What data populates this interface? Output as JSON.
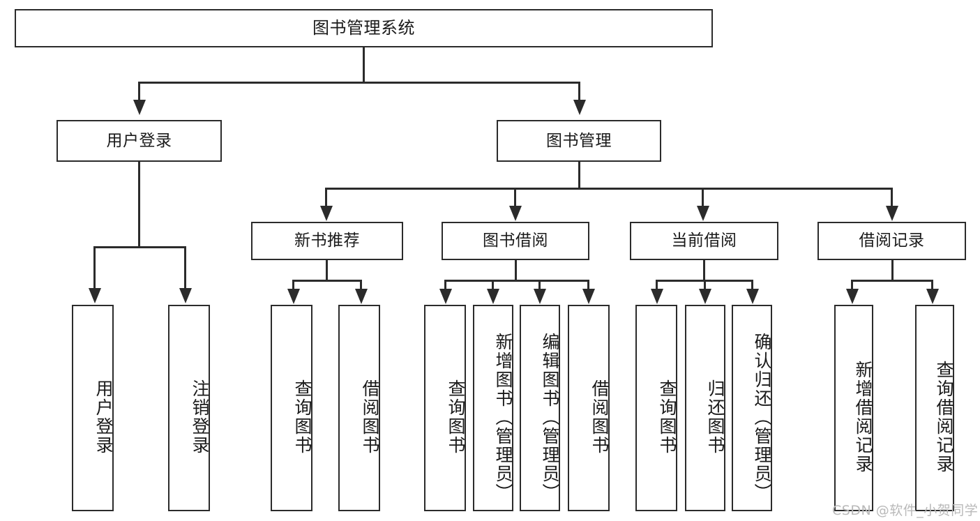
{
  "diagram": {
    "title": "图书管理系统",
    "type": "tree",
    "watermark": "CSDN @软件_小贺同学",
    "colors": {
      "stroke": "#2b2b2b",
      "background": "#ffffff",
      "text": "#1a1a1a",
      "watermark": "#b9b9b9"
    },
    "levels": {
      "root": {
        "label": "图书管理系统"
      },
      "level2": [
        {
          "label": "用户登录"
        },
        {
          "label": "图书管理"
        }
      ],
      "level3": [
        {
          "label": "新书推荐"
        },
        {
          "label": "图书借阅"
        },
        {
          "label": "当前借阅"
        },
        {
          "label": "借阅记录"
        }
      ],
      "leaves": {
        "user_login": [
          {
            "label": "用户登录"
          },
          {
            "label": "注销登录"
          }
        ],
        "new_book_recommend": [
          {
            "label": "查询图书"
          },
          {
            "label": "借阅图书"
          }
        ],
        "book_borrow": [
          {
            "label": "查询图书"
          },
          {
            "label": "新增图书（管理员）"
          },
          {
            "label": "编辑图书（管理员）"
          },
          {
            "label": "借阅图书"
          }
        ],
        "current_borrow": [
          {
            "label": "查询图书"
          },
          {
            "label": "归还图书"
          },
          {
            "label": "确认归还（管理员）"
          }
        ],
        "borrow_record": [
          {
            "label": "新增借阅记录"
          },
          {
            "label": "查询借阅记录"
          }
        ]
      }
    }
  },
  "chart_data": {
    "type": "table",
    "title": "图书管理系统",
    "nodes": [
      {
        "id": "root",
        "label": "图书管理系统",
        "level": 0,
        "parent": null
      },
      {
        "id": "user-login",
        "label": "用户登录",
        "level": 1,
        "parent": "root"
      },
      {
        "id": "book-manage",
        "label": "图书管理",
        "level": 1,
        "parent": "root"
      },
      {
        "id": "login-1",
        "label": "用户登录",
        "level": 2,
        "parent": "user-login"
      },
      {
        "id": "login-2",
        "label": "注销登录",
        "level": 2,
        "parent": "user-login"
      },
      {
        "id": "new-book",
        "label": "新书推荐",
        "level": 2,
        "parent": "book-manage"
      },
      {
        "id": "book-borrow",
        "label": "图书借阅",
        "level": 2,
        "parent": "book-manage"
      },
      {
        "id": "current-borrow",
        "label": "当前借阅",
        "level": 2,
        "parent": "book-manage"
      },
      {
        "id": "borrow-record",
        "label": "借阅记录",
        "level": 2,
        "parent": "book-manage"
      },
      {
        "id": "nb-1",
        "label": "查询图书",
        "level": 3,
        "parent": "new-book"
      },
      {
        "id": "nb-2",
        "label": "借阅图书",
        "level": 3,
        "parent": "new-book"
      },
      {
        "id": "bb-1",
        "label": "查询图书",
        "level": 3,
        "parent": "book-borrow"
      },
      {
        "id": "bb-2",
        "label": "新增图书（管理员）",
        "level": 3,
        "parent": "book-borrow"
      },
      {
        "id": "bb-3",
        "label": "编辑图书（管理员）",
        "level": 3,
        "parent": "book-borrow"
      },
      {
        "id": "bb-4",
        "label": "借阅图书",
        "level": 3,
        "parent": "book-borrow"
      },
      {
        "id": "cb-1",
        "label": "查询图书",
        "level": 3,
        "parent": "current-borrow"
      },
      {
        "id": "cb-2",
        "label": "归还图书",
        "level": 3,
        "parent": "current-borrow"
      },
      {
        "id": "cb-3",
        "label": "确认归还（管理员）",
        "level": 3,
        "parent": "current-borrow"
      },
      {
        "id": "br-1",
        "label": "新增借阅记录",
        "level": 3,
        "parent": "borrow-record"
      },
      {
        "id": "br-2",
        "label": "查询借阅记录",
        "level": 3,
        "parent": "borrow-record"
      }
    ]
  }
}
